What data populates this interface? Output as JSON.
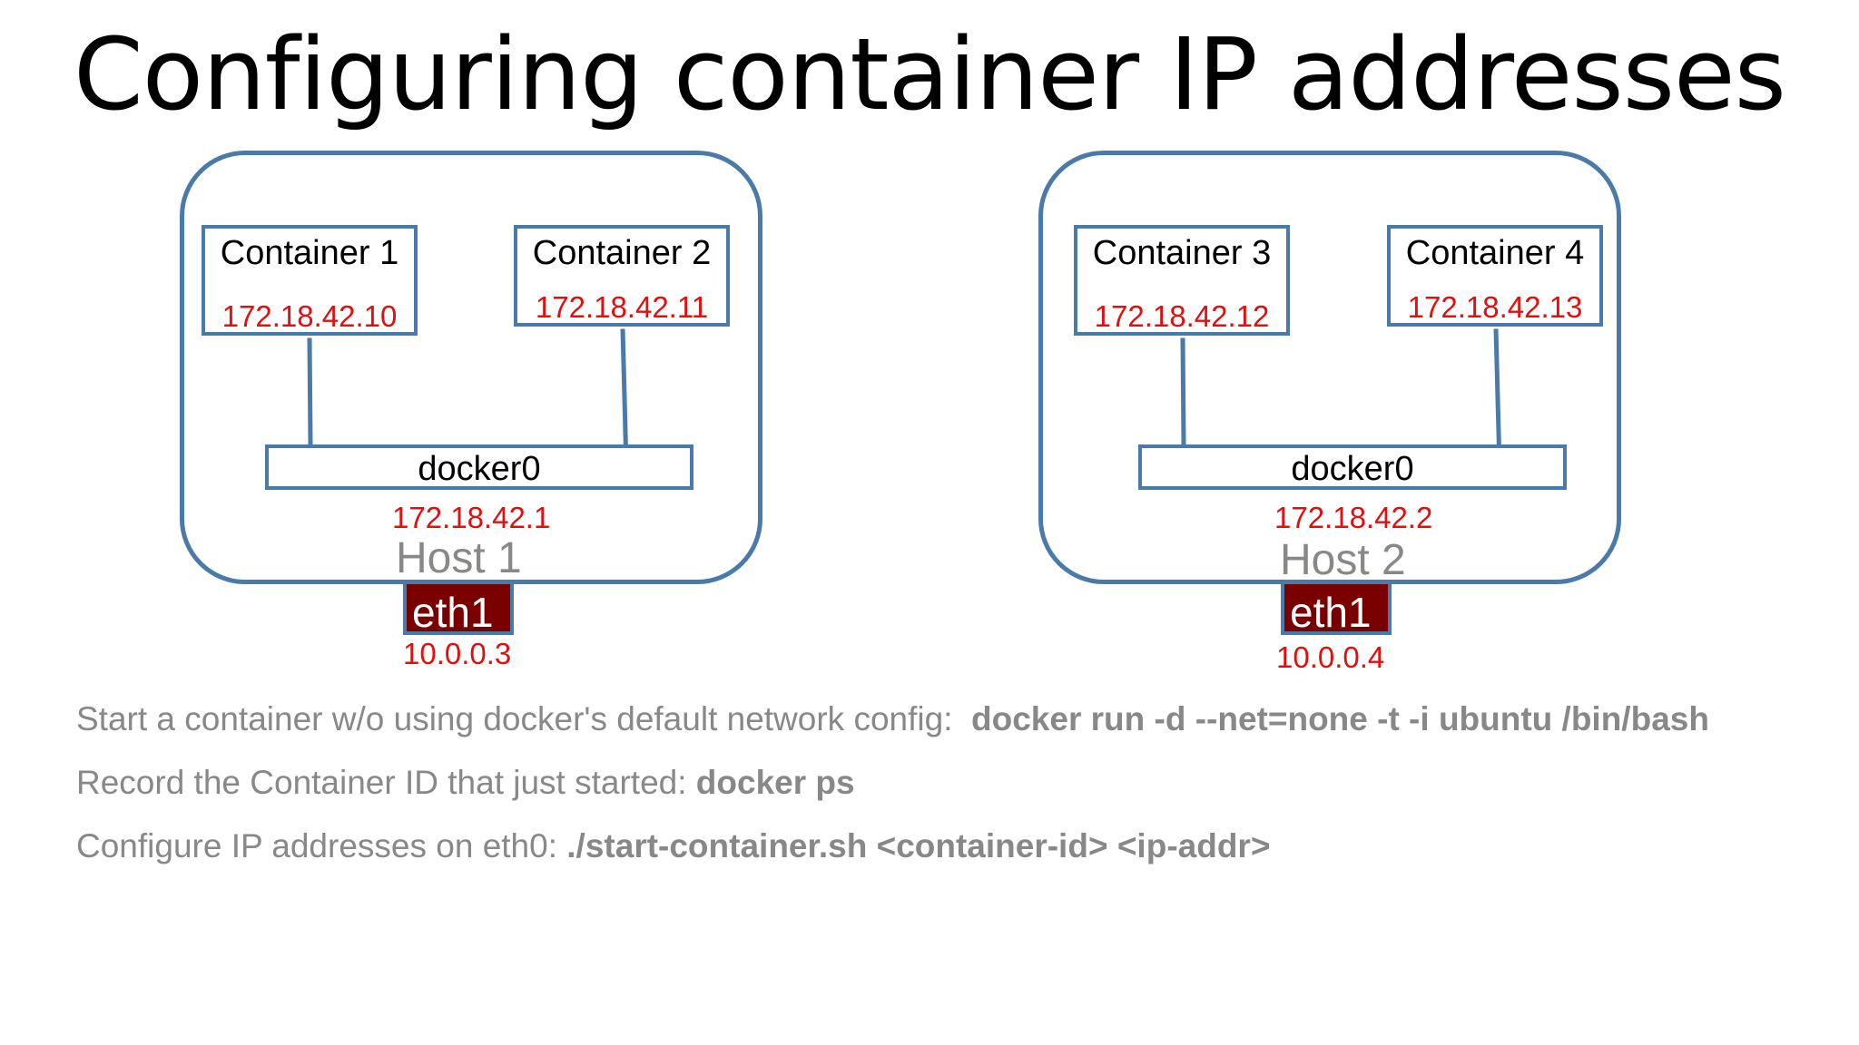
{
  "title": "Configuring container IP addresses",
  "hosts": [
    {
      "label": "Host 1",
      "bridge": {
        "name": "docker0",
        "ip": "172.18.42.1"
      },
      "eth": {
        "name": "eth1",
        "ip": "10.0.0.3"
      },
      "containers": [
        {
          "name": "Container 1",
          "ip": "172.18.42.10"
        },
        {
          "name": "Container 2",
          "ip": "172.18.42.11"
        }
      ]
    },
    {
      "label": "Host 2",
      "bridge": {
        "name": "docker0",
        "ip": "172.18.42.2"
      },
      "eth": {
        "name": "eth1",
        "ip": "10.0.0.4"
      },
      "containers": [
        {
          "name": "Container 3",
          "ip": "172.18.42.12"
        },
        {
          "name": "Container 4",
          "ip": "172.18.42.13"
        }
      ]
    }
  ],
  "instructions": [
    {
      "text": "Start a container w/o using docker's default network config:",
      "command": "docker run -d --net=none -t -i ubuntu /bin/bash"
    },
    {
      "text": "Record the Container ID that just started:",
      "command": "docker ps"
    },
    {
      "text": "Configure IP addresses on eth0:",
      "command": "./start-container.sh <container-id> <ip-addr>"
    }
  ],
  "colors": {
    "outline": "#4a7aaa",
    "ip_text": "#e01010",
    "eth_fill": "#7a0000",
    "muted_text": "#888888"
  }
}
